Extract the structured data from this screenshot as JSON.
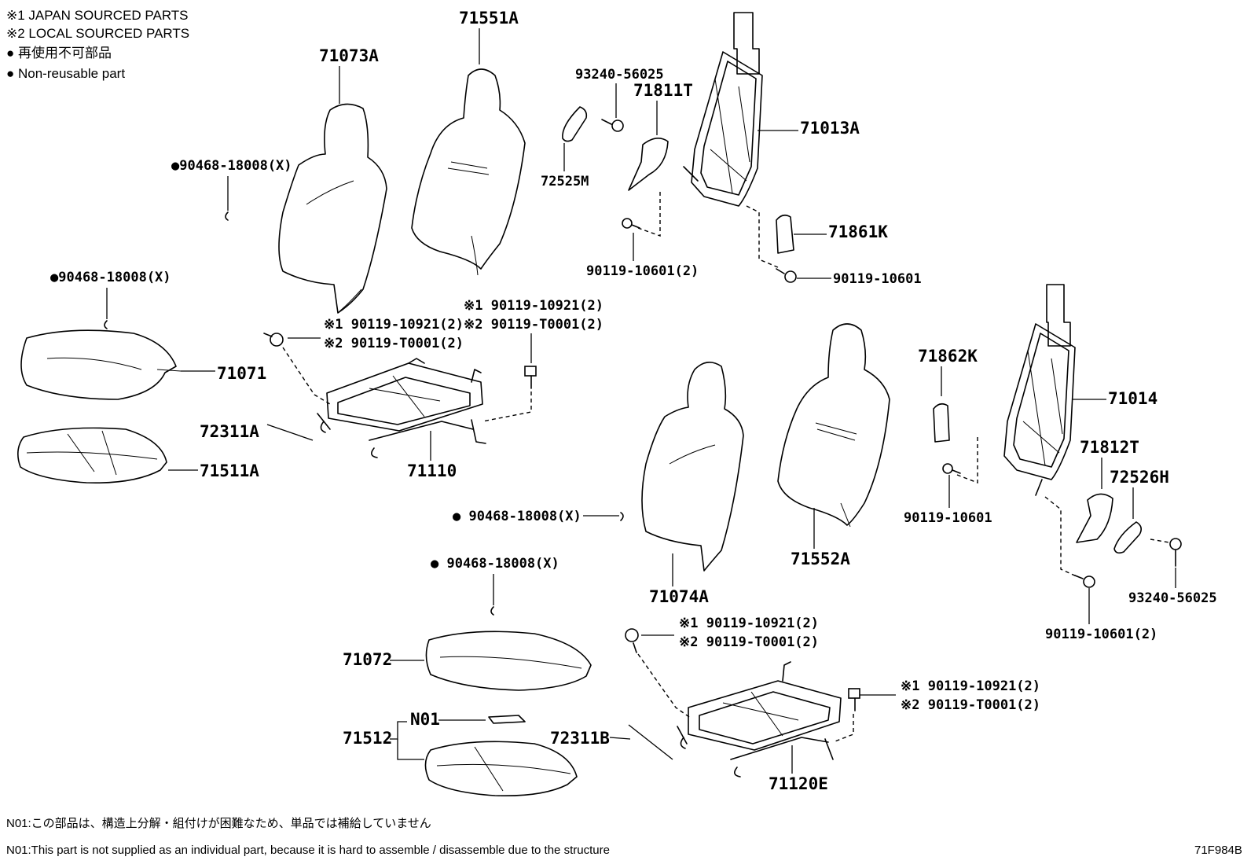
{
  "legend": {
    "line1": "※1 JAPAN SOURCED PARTS",
    "line2": "※2 LOCAL SOURCED PARTS",
    "line3": "● 再使用不可部品",
    "line4": "● Non-reusable part"
  },
  "labels": {
    "p71073A": "71073A",
    "p71551A": "71551A",
    "p93240_top": "93240-56025",
    "p71811T": "71811T",
    "p71013A": "71013A",
    "p72525M": "72525M",
    "p90468_a": "●90468-18008(X)",
    "p71861K": "71861K",
    "p90119_106012_top": "90119-10601(2)",
    "p90119_10601_top": "90119-10601",
    "p90468_b": "●90468-18008(X)",
    "p_note1_top_right": "※1 90119-10921(2)",
    "p_note2_top_right": "※2 90119-T0001(2)",
    "p_note1_top_left": "※1 90119-10921(2)",
    "p_note2_top_left": "※2 90119-T0001(2)",
    "p71071": "71071",
    "p72311A": "72311A",
    "p71511A": "71511A",
    "p71110": "71110",
    "p71862K": "71862K",
    "p71014": "71014",
    "p71812T": "71812T",
    "p72526H": "72526H",
    "p90119_10601_mid": "90119-10601",
    "p90468_c": "● 90468-18008(X)",
    "p71552A": "71552A",
    "p71074A": "71074A",
    "p93240_right": "93240-56025",
    "p90119_106012_right": "90119-10601(2)",
    "p90468_d": "● 90468-18008(X)",
    "p_note1_bottom_left": "※1 90119-10921(2)",
    "p_note2_bottom_left": "※2 90119-T0001(2)",
    "p71072": "71072",
    "p_note1_bottom_right": "※1 90119-10921(2)",
    "p_note2_bottom_right": "※2 90119-T0001(2)",
    "pN01": "N01",
    "p71512": "71512",
    "p72311B": "72311B",
    "p71120E": "71120E"
  },
  "notes": {
    "jp": "N01:この部品は、構造上分解・組付けが困難なため、単品では補給していません",
    "en": "N01:This part is not supplied as an individual part, because it is hard to assemble / disassemble due to the structure"
  },
  "diagram_code": "71F984B"
}
